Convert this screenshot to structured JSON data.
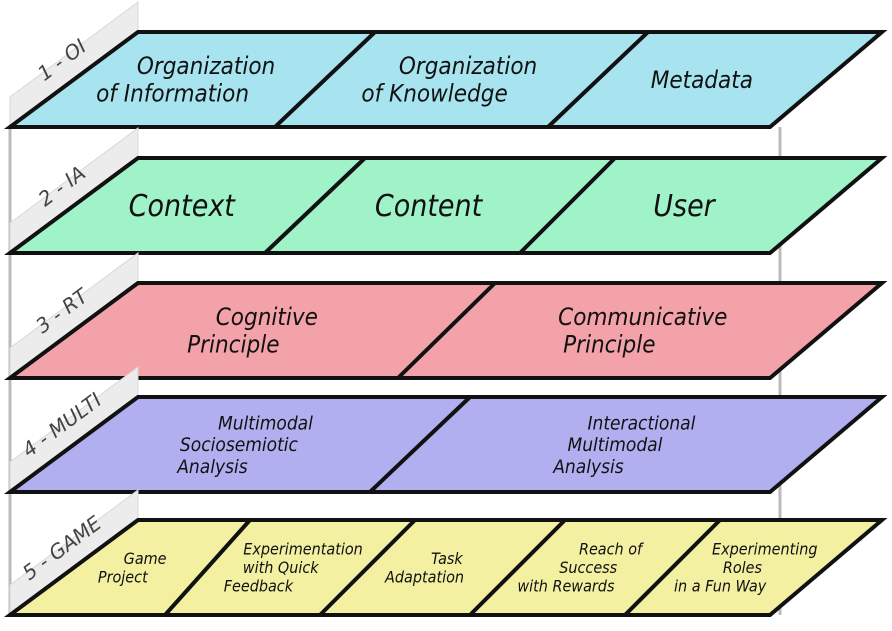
{
  "layers": [
    {
      "label": "1 - OI",
      "color": "#a8e4f0",
      "segments": [
        [
          "Organization",
          "of Information"
        ],
        [
          "Organization",
          "of Knowledge"
        ],
        [
          "Metadata"
        ]
      ]
    },
    {
      "label": "2 - IA",
      "color": "#a0f2c9",
      "segments": [
        [
          "Context"
        ],
        [
          "Content"
        ],
        [
          "User"
        ]
      ]
    },
    {
      "label": "3 - RT",
      "color": "#f2a2a8",
      "segments": [
        [
          "Cognitive",
          "Principle"
        ],
        [
          "Communicative",
          "Principle"
        ]
      ]
    },
    {
      "label": "4 - MULTI",
      "color": "#b2aff0",
      "segments": [
        [
          "Multimodal",
          "Sociosemiotic",
          "Analysis"
        ],
        [
          "Interactional",
          "Multimodal",
          "Analysis"
        ]
      ]
    },
    {
      "label": "5 - GAME",
      "color": "#f3f0a2",
      "segments": [
        [
          "Game",
          "Project"
        ],
        [
          "Experimentation",
          "with Quick",
          "Feedback"
        ],
        [
          "Task",
          "Adaptation"
        ],
        [
          "Reach of",
          "Success",
          "with Rewards"
        ],
        [
          "Experimenting",
          "Roles",
          "in a Fun Way"
        ]
      ]
    }
  ]
}
